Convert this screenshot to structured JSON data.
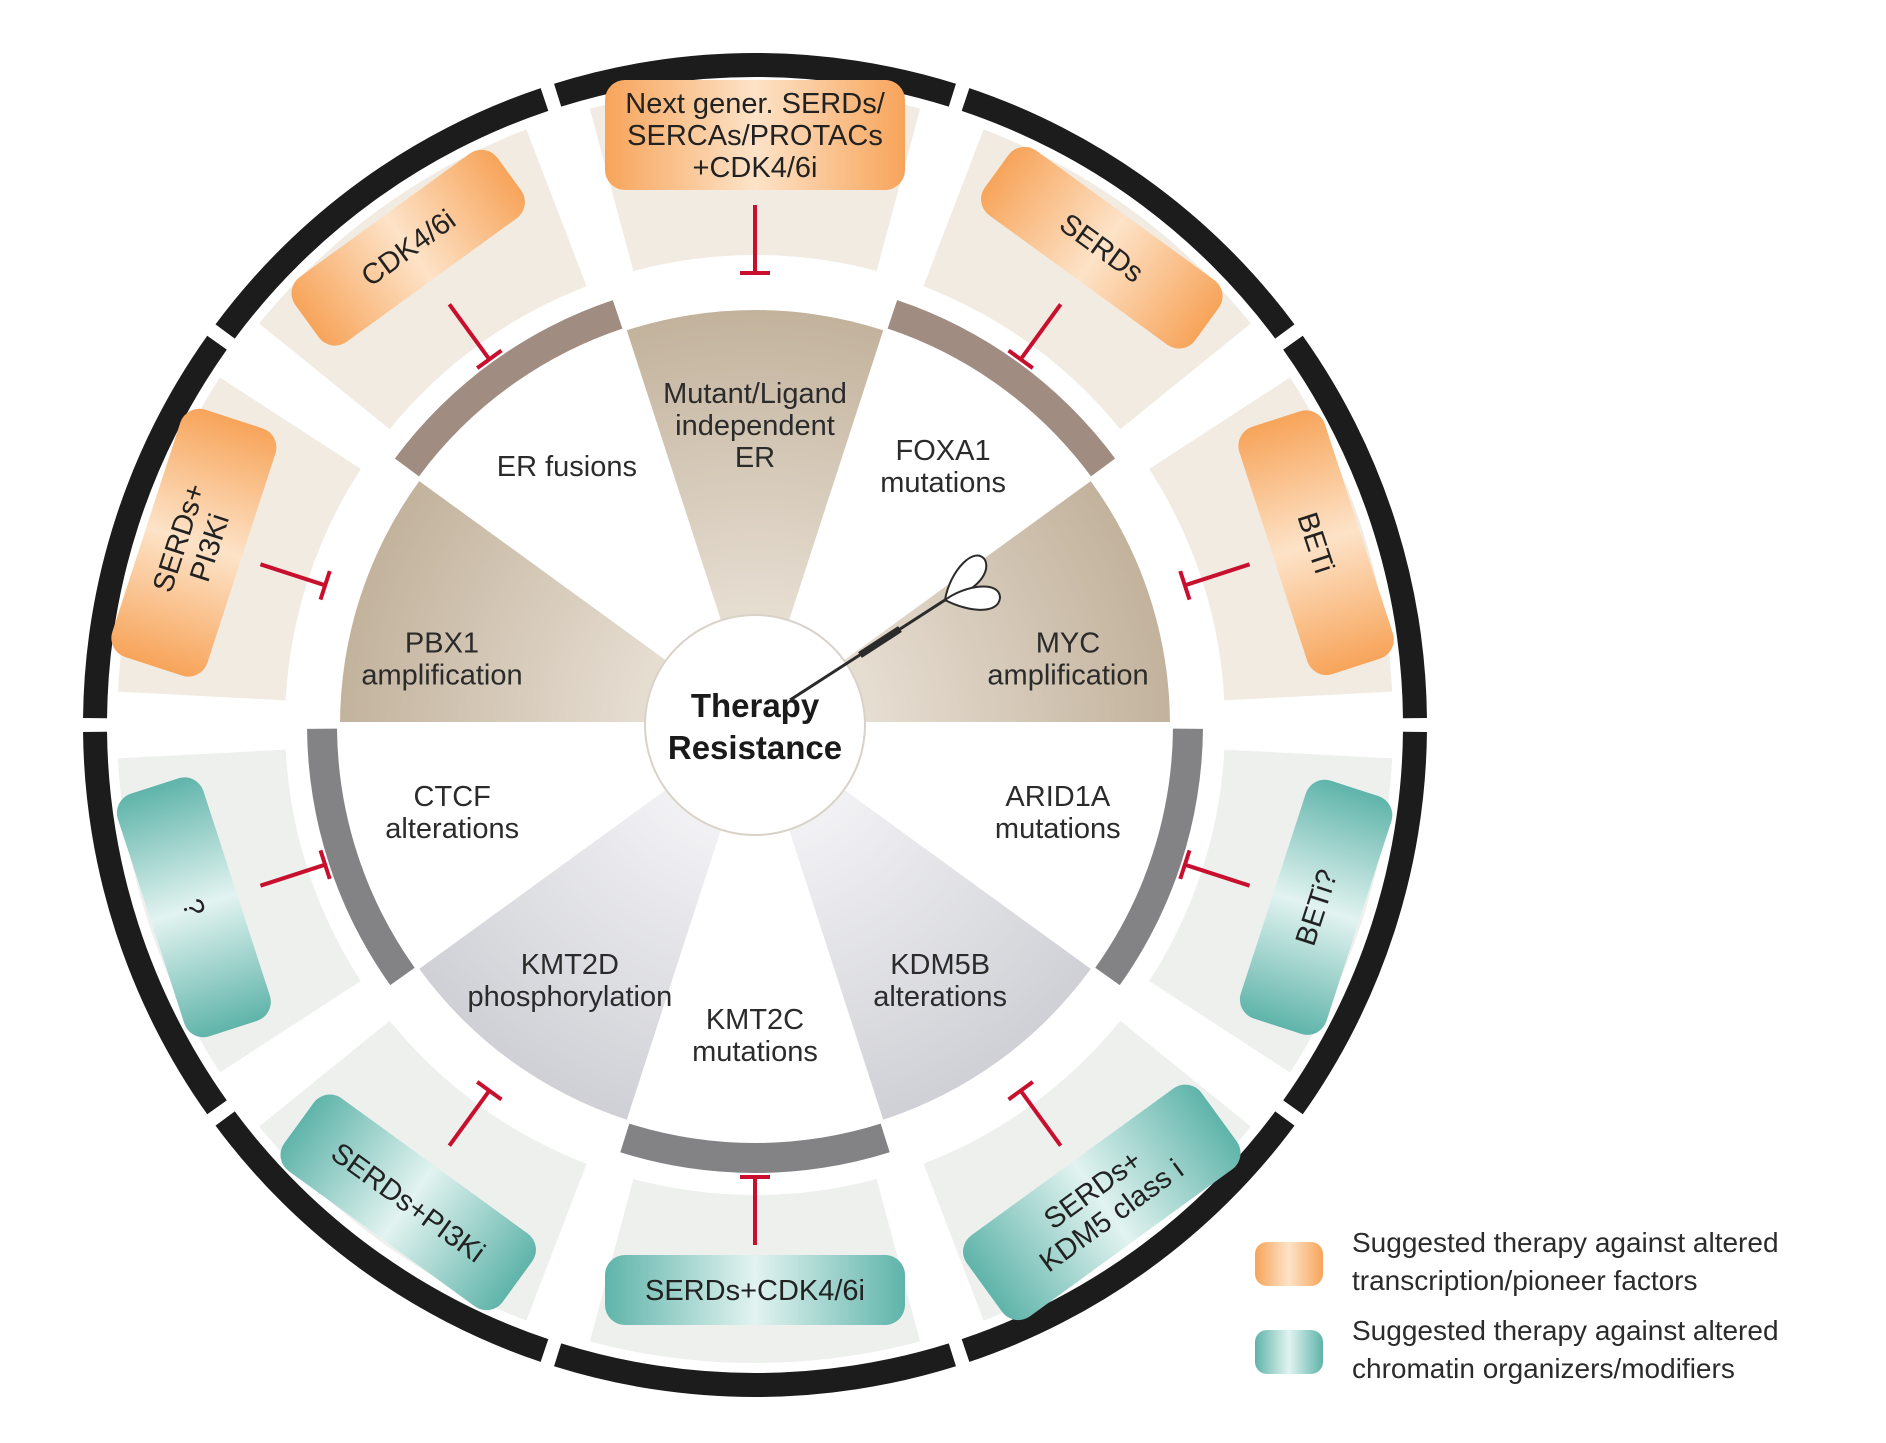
{
  "center": {
    "lines": [
      "Therapy",
      "Resistance"
    ]
  },
  "segments": [
    {
      "label": [
        "Mutant/Ligand",
        "independent",
        "ER"
      ],
      "group": "tf"
    },
    {
      "label": [
        "FOXA1",
        "mutations"
      ],
      "group": "tf"
    },
    {
      "label": [
        "MYC",
        "amplification"
      ],
      "group": "tf"
    },
    {
      "label": [
        "ARID1A",
        "mutations"
      ],
      "group": "chrom"
    },
    {
      "label": [
        "KDM5B",
        "alterations"
      ],
      "group": "chrom"
    },
    {
      "label": [
        "KMT2C",
        "mutations"
      ],
      "group": "chrom"
    },
    {
      "label": [
        "KMT2D",
        "phosphorylation"
      ],
      "group": "chrom"
    },
    {
      "label": [
        "CTCF",
        "alterations"
      ],
      "group": "chrom"
    },
    {
      "label": [
        "PBX1",
        "amplification"
      ],
      "group": "tf"
    },
    {
      "label": [
        "ER fusions"
      ],
      "group": "tf"
    }
  ],
  "therapies": [
    {
      "label": [
        "Next gener. SERDs/",
        "SERCAs/PROTACs",
        "+CDK4/6i"
      ],
      "type": "tf"
    },
    {
      "label": [
        "SERDs"
      ],
      "type": "tf"
    },
    {
      "label": [
        "BETi"
      ],
      "type": "tf"
    },
    {
      "label": [
        "BETi?"
      ],
      "type": "chrom"
    },
    {
      "label": [
        "SERDs+",
        "KDM5 class i"
      ],
      "type": "chrom"
    },
    {
      "label": [
        "SERDs+CDK4/6i"
      ],
      "type": "chrom"
    },
    {
      "label": [
        "SERDs+PI3Ki"
      ],
      "type": "chrom"
    },
    {
      "label": [
        "?"
      ],
      "type": "chrom"
    },
    {
      "label": [
        "SERDs+",
        "PI3Ki"
      ],
      "type": "tf"
    },
    {
      "label": [
        "CDK4/6i"
      ],
      "type": "tf"
    }
  ],
  "legend": [
    {
      "type": "tf",
      "lines": [
        "Suggested therapy against altered",
        "transcription/pioneer factors"
      ]
    },
    {
      "type": "chrom",
      "lines": [
        "Suggested therapy against altered",
        "chromatin organizers/modifiers"
      ]
    }
  ],
  "colors": {
    "orange": "#f7ae6a",
    "orange_light": "#fde8d2",
    "teal": "#6fbfb6",
    "teal_light": "#dff1ee",
    "tan_wedge": "#cbbba4",
    "gray_wedge": "#d8d9de",
    "brown_arc": "#a08c80",
    "gray_arc": "#838385",
    "inhibitor": "#c8102e",
    "outer_ring": "#1c1c1c"
  }
}
